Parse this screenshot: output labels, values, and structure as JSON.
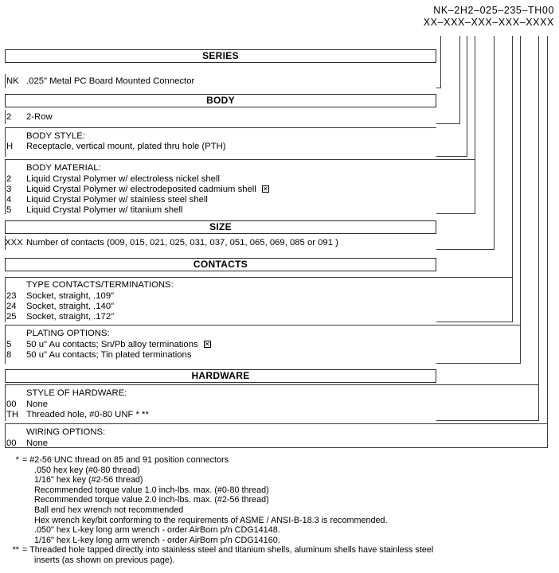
{
  "part_number": {
    "example": "NK–2H2–025–235–TH00",
    "template": "XX–XXX–XXX–XXX–XXXX"
  },
  "sections": {
    "series": {
      "title": "SERIES",
      "rows": [
        {
          "code": "NK",
          "desc": ".025\" Metal PC Board Mounted Connector"
        }
      ]
    },
    "body": {
      "title": "BODY",
      "rows": [
        {
          "code": "2",
          "desc": "2-Row"
        }
      ],
      "body_style": {
        "label": "BODY STYLE:",
        "rows": [
          {
            "code": "H",
            "desc": "Receptacle, vertical mount, plated thru hole (PTH)"
          }
        ]
      },
      "body_material": {
        "label": "BODY MATERIAL:",
        "rows": [
          {
            "code": "2",
            "desc": "Liquid Crystal Polymer w/ electroless nickel shell",
            "marked": false
          },
          {
            "code": "3",
            "desc": "Liquid Crystal Polymer w/ electrodeposited cadmium shell",
            "marked": true
          },
          {
            "code": "4",
            "desc": "Liquid Crystal Polymer w/ stainless steel shell",
            "marked": false
          },
          {
            "code": "5",
            "desc": "Liquid Crystal Polymer w/ titanium shell",
            "marked": false
          }
        ]
      }
    },
    "size": {
      "title": "SIZE",
      "rows": [
        {
          "code": "XXX",
          "desc": "Number of contacts (009, 015, 021, 025, 031, 037, 051, 065, 069, 085 or 091 )"
        }
      ]
    },
    "contacts": {
      "title": "CONTACTS",
      "type_terminations": {
        "label": "TYPE CONTACTS/TERMINATIONS:",
        "rows": [
          {
            "code": "23",
            "desc": "Socket, straight, .109\""
          },
          {
            "code": "24",
            "desc": "Socket, straight, .140\""
          },
          {
            "code": "25",
            "desc": "Socket, straight, .172\""
          }
        ]
      },
      "plating_options": {
        "label": "PLATING OPTIONS:",
        "rows": [
          {
            "code": "5",
            "desc": "50 u\" Au contacts; Sn/Pb alloy terminations",
            "marked": true
          },
          {
            "code": "8",
            "desc": "50 u\" Au contacts; Tin plated terminations",
            "marked": false
          }
        ]
      }
    },
    "hardware": {
      "title": "HARDWARE",
      "style_of_hardware": {
        "label": "STYLE OF HARDWARE:",
        "rows": [
          {
            "code": "00",
            "desc": "None"
          },
          {
            "code": "TH",
            "desc": "Threaded hole, #0-80 UNF * **"
          }
        ]
      },
      "wiring_options": {
        "label": "WIRING OPTIONS:",
        "rows": [
          {
            "code": "00",
            "desc": "None"
          }
        ]
      }
    }
  },
  "footnotes": [
    {
      "mark": "*",
      "text": "= #2-56 UNC thread on 85 and 91 position connectors"
    },
    {
      "mark": "",
      "text": ".050 hex key (#0-80 thread)"
    },
    {
      "mark": "",
      "text": "1/16\" hex key (#2-56 thread)"
    },
    {
      "mark": "",
      "text": "Recommended torque value 1.0 inch-lbs. max. (#0-80 thread)"
    },
    {
      "mark": "",
      "text": "Recommended torque value 2.0 inch-lbs. max. (#2-56 thread)"
    },
    {
      "mark": "",
      "text": "Ball end hex wrench not recommended"
    },
    {
      "mark": "",
      "text": "Hex wrench key/bit conforming to the requirements of ASME / ANSI-B-18.3 is recommended."
    },
    {
      "mark": "",
      "text": ".050\" hex L-key long arm wrench - order AirBorn p/n CDG14148."
    },
    {
      "mark": "",
      "text": "1/16\" hex L-key long arm wrench - order AirBorn p/n CDG14160."
    },
    {
      "mark": "**",
      "text": "= Threaded hole tapped directly into stainless steel and titanium shells, aluminum shells have stainless steel"
    },
    {
      "mark": "",
      "text": "inserts (as shown on previous page)."
    }
  ]
}
